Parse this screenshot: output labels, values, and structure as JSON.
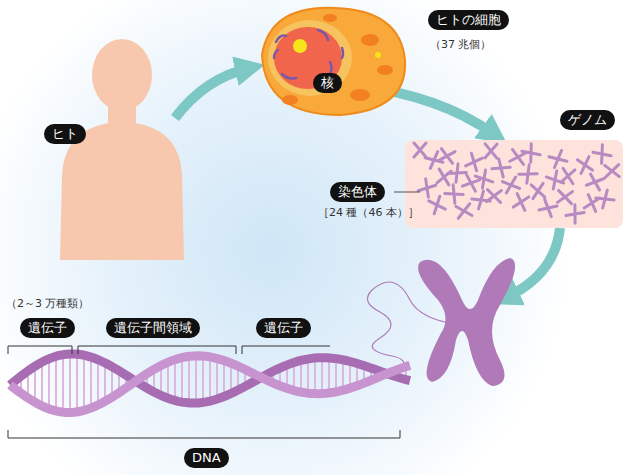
{
  "diagram": {
    "nodes": [
      {
        "text": [
          "ヒト"
        ]
      },
      {
        "text": [
          "ヒトの細胞"
        ]
      },
      {
        "text": [
          "核"
        ]
      },
      {
        "text": [
          "ゲノム"
        ]
      },
      {
        "text": [
          "染色体"
        ]
      },
      {
        "text": [
          "遺伝子"
        ]
      },
      {
        "text": [
          "遺伝子間領域"
        ]
      },
      {
        "text": [
          "遺伝子"
        ]
      },
      {
        "text": [
          "DNA"
        ]
      }
    ],
    "labels": [
      "（37 兆個）",
      "［24 種（46 本）］",
      "（2～3 万種類）"
    ]
  }
}
